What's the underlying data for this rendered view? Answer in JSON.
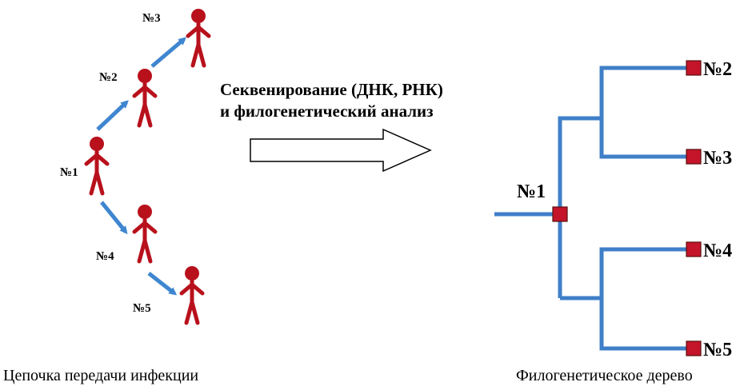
{
  "transmission": {
    "caption": "Цепочка передачи инфекции",
    "persons": [
      {
        "id": "p1",
        "label": "№1"
      },
      {
        "id": "p2",
        "label": "№2"
      },
      {
        "id": "p3",
        "label": "№3"
      },
      {
        "id": "p4",
        "label": "№4"
      },
      {
        "id": "p5",
        "label": "№5"
      }
    ],
    "links": [
      {
        "from": "№1",
        "to": "№2"
      },
      {
        "from": "№2",
        "to": "№3"
      },
      {
        "from": "№1",
        "to": "№4"
      },
      {
        "from": "№4",
        "to": "№5"
      }
    ]
  },
  "process": {
    "line1": "Секвенирование (ДНК, РНК)",
    "line2": "и филогенетический анализ"
  },
  "tree": {
    "caption": "Филогенетическое дерево",
    "root_label": "№1",
    "leaves": [
      "№2",
      "№3",
      "№4",
      "№5"
    ]
  },
  "colors": {
    "person": "#b8111c",
    "arrow": "#3f86d0",
    "branch": "#3f7fc8",
    "node": "#c4142a"
  }
}
